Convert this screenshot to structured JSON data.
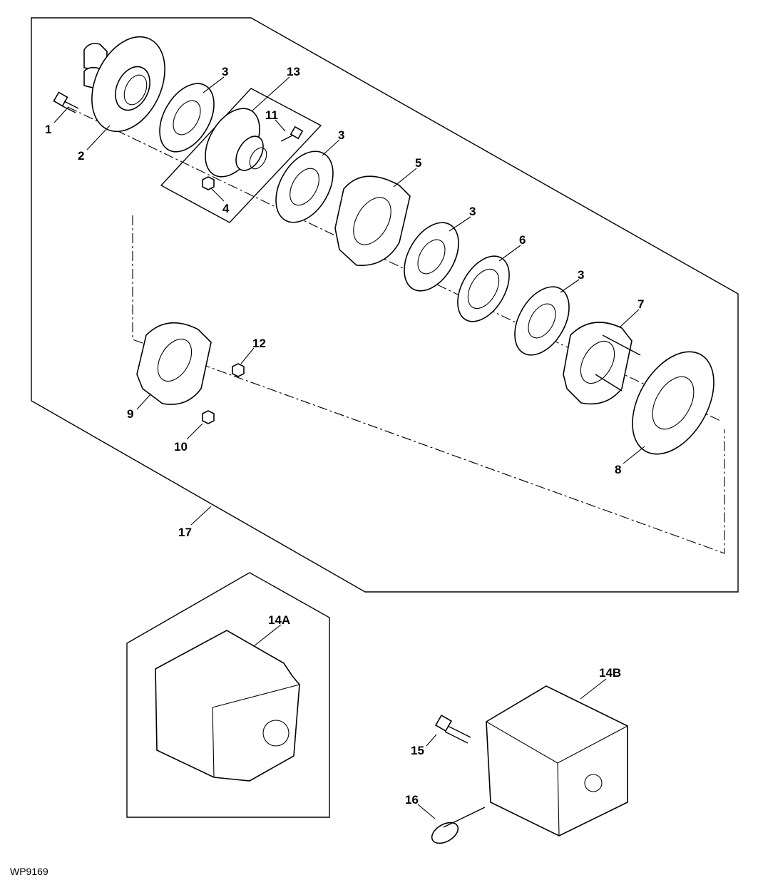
{
  "figure_id": "WP9169",
  "callouts": {
    "c1": "1",
    "c2": "2",
    "c3a": "3",
    "c3b": "3",
    "c3c": "3",
    "c3d": "3",
    "c4": "4",
    "c5": "5",
    "c6": "6",
    "c7": "7",
    "c8": "8",
    "c9": "9",
    "c10": "10",
    "c11": "11",
    "c12": "12",
    "c13": "13",
    "c14a": "14A",
    "c14b": "14B",
    "c15": "15",
    "c16": "16",
    "c17": "17"
  }
}
